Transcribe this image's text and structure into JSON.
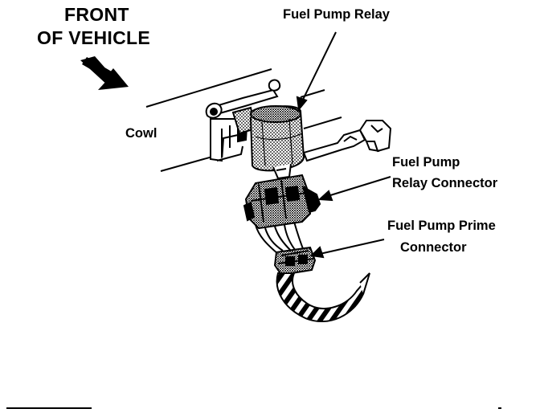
{
  "labels": {
    "front_line1": "FRONT",
    "front_line2": "OF VEHICLE",
    "fuel_pump_relay": "Fuel Pump Relay",
    "cowl": "Cowl",
    "relay_connector_line1": "Fuel Pump",
    "relay_connector_line2": "Relay Connector",
    "prime_connector_line1": "Fuel Pump Prime",
    "prime_connector_line2": "Connector"
  },
  "colors": {
    "ink": "#000000",
    "paper": "#ffffff"
  }
}
